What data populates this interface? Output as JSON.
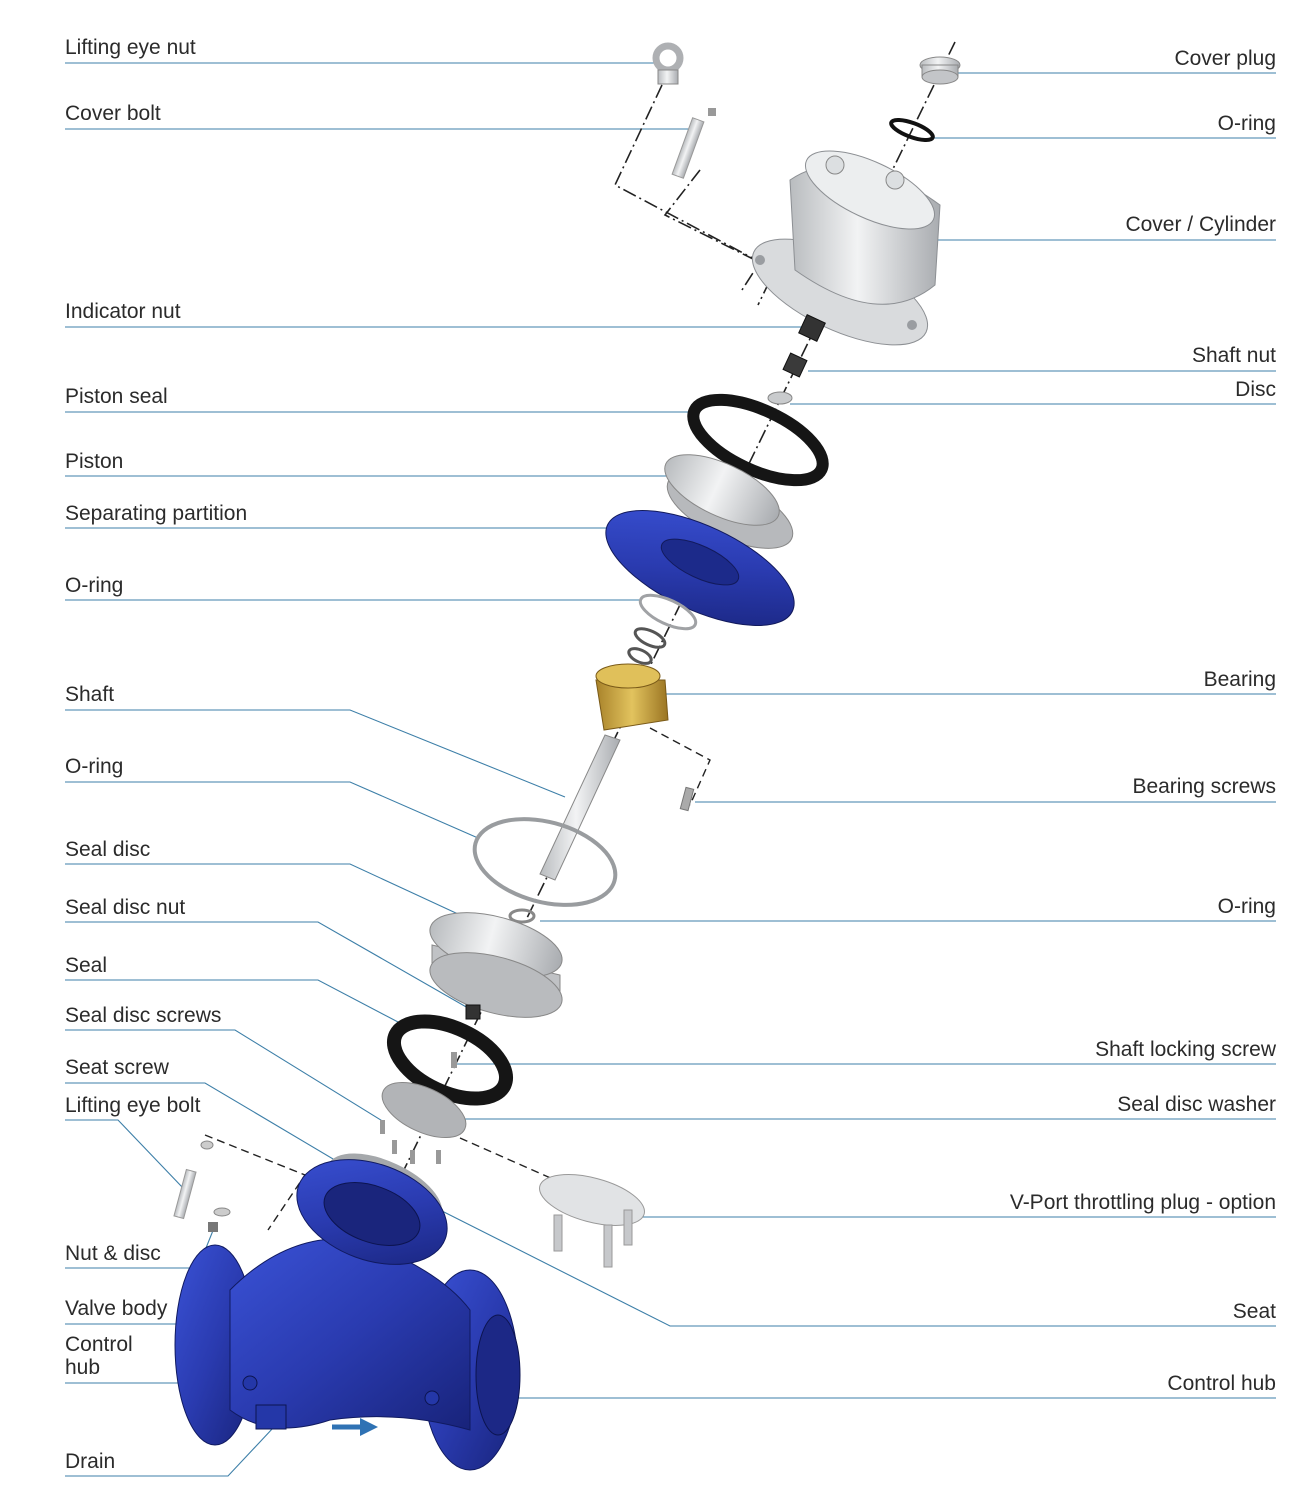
{
  "labels": {
    "lifting_eye_nut": "Lifting eye nut",
    "cover_bolt": "Cover bolt",
    "indicator_nut": "Indicator nut",
    "piston_seal": "Piston seal",
    "piston": "Piston",
    "separating_partition": "Separating partition",
    "o_ring_1": "O-ring",
    "shaft": "Shaft",
    "o_ring_2": "O-ring",
    "seal_disc": "Seal disc",
    "seal_disc_nut": "Seal disc nut",
    "seal": "Seal",
    "seal_disc_screws": "Seal disc screws",
    "seat_screw": "Seat screw",
    "lifting_eye_bolt": "Lifting eye bolt",
    "nut_and_disc": "Nut & disc",
    "valve_body": "Valve body",
    "control_hub_left": "Control hub",
    "drain": "Drain",
    "cover_plug": "Cover plug",
    "o_ring_top": "O-ring",
    "cover_cylinder": "Cover / Cylinder",
    "shaft_nut": "Shaft nut",
    "disc": "Disc",
    "bearing": "Bearing",
    "bearing_screws": "Bearing screws",
    "o_ring_right": "O-ring",
    "shaft_locking_screw": "Shaft locking screw",
    "seal_disc_washer": "Seal disc washer",
    "v_port_plug": "V-Port throttling plug - option",
    "seat": "Seat",
    "control_hub_right": "Control hub"
  },
  "colors": {
    "leader": "#3d7fa8",
    "body_blue": "#2b3fb0",
    "brass": "#c9a53a",
    "grey": "#d4d6d8",
    "black": "#1b1b1b"
  }
}
